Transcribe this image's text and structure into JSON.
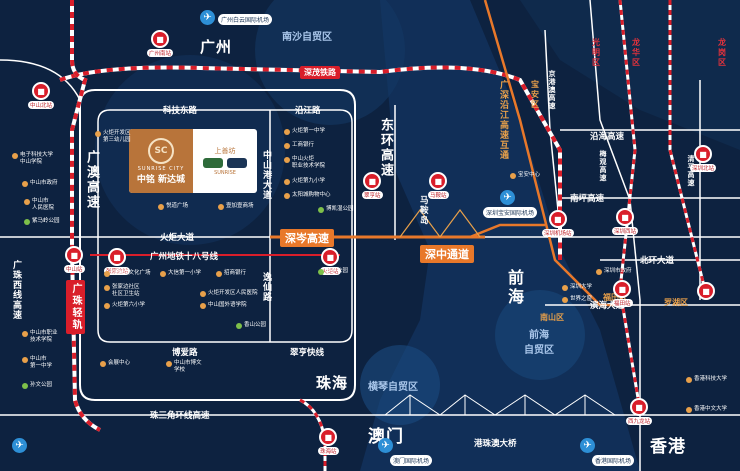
{
  "cities": {
    "guangzhou": "广州",
    "zhuhai": "珠海",
    "macau": "澳门",
    "hongkong": "香港",
    "qianhai": "前海"
  },
  "zones": {
    "nansha": "南沙自贸区",
    "hengqin": "横琴自贸区",
    "qianhai_shekou": "前海\n自贸区",
    "baoan": "宝\n安\n区",
    "guangming": "光\n明\n区",
    "longhua": "龙\n华\n区",
    "longgang": "龙\n岗\n区",
    "nanshan": "南山区",
    "futian": "福田区",
    "luohu": "罗湖区"
  },
  "roads": {
    "shenmao_rail": "深茂铁路",
    "shencen": "深岑高速",
    "shenzhong": "深中通道",
    "keji_east": "科技东路",
    "yanjiang": "沿江路",
    "huoju": "火炬大道",
    "metro18": "广州地铁十八号线",
    "boai": "博爱路",
    "cuiheng": "翠亨快线",
    "zhusanjiao": "珠三角环线高速",
    "gangzhuao": "港珠澳大桥",
    "guangao": "广澳高速",
    "guangzhu_rail": "广珠轻轨",
    "guangzhu_west": "广珠西线高速",
    "zhongshangang": "中山港大道",
    "yixian": "逸仙路",
    "donghuan": "东环高速",
    "guangshen_yanjiang": "广深沿江高速互通",
    "jingang": "京港澳高速",
    "meiguan": "梅观高速",
    "qingping": "清平高速",
    "yanhu": "沿海高速",
    "nanping": "南坪高速",
    "beihuan": "北环大道",
    "binhai": "滨海大道",
    "maanshan": "马鞍岛"
  },
  "project": {
    "emblem": "SC",
    "name_en": "SUNRISE CITY",
    "name_cn": "中铭 新达城",
    "partner_top": "上善坊",
    "partner_bottom": "SUNRISE"
  },
  "stations": {
    "gz_south": "广州南站",
    "zs_north": "中山北站",
    "zs_station": "中山站",
    "cuiheng": "翠亨站",
    "zhangjiabian": "张家边站",
    "huoju": "火炬站",
    "maan": "马鞍站",
    "airport_sz": "深圳机场站",
    "sz_north": "深圳北站",
    "sz_west": "深圳西站",
    "futian": "福田站",
    "xijiulong": "西九龙站",
    "zhuhai_st": "珠海站"
  },
  "airports": {
    "gz_baiyun": "广州白云国际机场",
    "sz_baoan": "深圳宝安国际机场",
    "macau": "澳门国际机场",
    "hk": "香港国际机场"
  },
  "pois": {
    "p1": "火炬开发区\n第三幼儿园",
    "p2": "火炬第一中学",
    "p3": "工商银行",
    "p4": "中山火炬\n职业技术学院",
    "p5": "火炬第九小学",
    "p6": "太阳城购物中心",
    "p7": "悦道广场",
    "p8": "壹加壹商场",
    "p9": "博凯湿公园",
    "p10": "张家边文化广场",
    "p11": "大信第一小学",
    "p12": "招商银行",
    "p13": "张家边社区\n社区卫生站",
    "p14": "火炬开发区人民医院",
    "p15": "火炬第六小学",
    "p16": "中山国外语学院",
    "p17": "香山公园",
    "p18": "翠亨公园",
    "p19": "会展中心",
    "p20": "中山市博文\n学校",
    "p21": "电子科技大学\n中山学院",
    "p22": "中山市政府",
    "p23": "中山市\n人民医院",
    "p24": "紫马岭公园",
    "p25": "中山市职业\n技术学院",
    "p26": "中山市\n第一中学",
    "p27": "孙文公园",
    "p28": "宝安中心",
    "p29": "深圳市政府",
    "p30": "深圳大学",
    "p31": "世界之窗",
    "p32": "香港科技大学",
    "p33": "香港中文大学"
  },
  "colors": {
    "background": "#0d2240",
    "road": "#ffffff",
    "rail_red": "#d91e2a",
    "accent_orange": "#e8782a",
    "water": "#123a6b"
  }
}
